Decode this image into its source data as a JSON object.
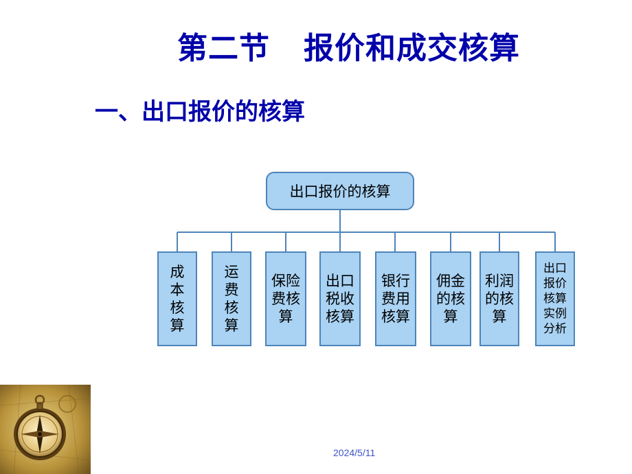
{
  "title": "第二节   报价和成交核算",
  "subtitle": "一、出口报价的核算",
  "diagram": {
    "root": "出口报价的核算",
    "children": [
      {
        "label": "成本核算",
        "lines": [
          "成",
          "本",
          "核",
          "算"
        ]
      },
      {
        "label": "运费核算",
        "lines": [
          "运",
          "费",
          "核",
          "算"
        ]
      },
      {
        "label": "保险费核算",
        "lines": [
          "保险",
          "费核",
          "算"
        ]
      },
      {
        "label": "出口税收核算",
        "lines": [
          "出口",
          "税收",
          "核算"
        ]
      },
      {
        "label": "银行费用核算",
        "lines": [
          "银行",
          "费用",
          "核算"
        ]
      },
      {
        "label": "佣金的核算",
        "lines": [
          "佣金",
          "的核",
          "算"
        ]
      },
      {
        "label": "利润的核算",
        "lines": [
          "利润",
          "的核",
          "算"
        ]
      },
      {
        "label": "出口报价核算实例分析",
        "lines": [
          "出口",
          "报价",
          "核算",
          "实例",
          "分析"
        ]
      }
    ]
  },
  "footer": {
    "date": "2024/5/11"
  },
  "decoration": {
    "image": "compass-icon"
  },
  "colors": {
    "title": "#0000aa",
    "box_fill": "#a9d2f3",
    "box_border": "#4d84b8",
    "date": "#3d52c8"
  }
}
